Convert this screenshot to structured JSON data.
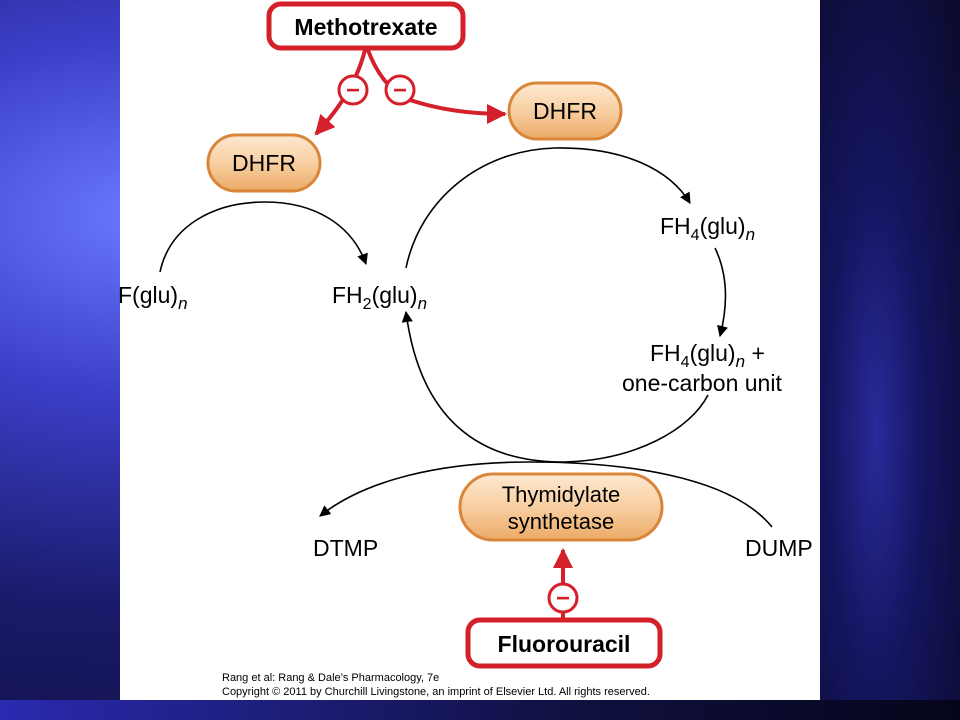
{
  "drug_top": "Methotrexate",
  "drug_bottom": "Fluorouracil",
  "enzyme_left": "DHFR",
  "enzyme_right": "DHFR",
  "enzyme_bottom_line1": "Thymidylate",
  "enzyme_bottom_line2": "synthetase",
  "inhibit_symbol": "−",
  "nodes": {
    "f_base": "F(glu)",
    "fh2_base": "FH",
    "fh2_sub": "2",
    "fh2_rest": "(glu)",
    "fh4_base": "FH",
    "fh4_sub": "4",
    "fh4_rest": "(glu)",
    "fh4c_base": "FH",
    "fh4c_sub": "4",
    "fh4c_rest": "(glu)",
    "fh4c_plus": " +",
    "fh4c_line2": "one-carbon unit",
    "n": "n",
    "dtmp": "DTMP",
    "dump": "DUMP"
  },
  "caption_line1": "Rang et al: Rang & Dale’s Pharmacology, 7e",
  "caption_line2": "Copyright © 2011 by Churchill Livingstone, an imprint of Elsevier Ltd. All rights reserved.",
  "colors": {
    "inhibitor_red": "#d4202a",
    "enzyme_fill": "#f6c89a",
    "enzyme_border": "#d9863a"
  }
}
